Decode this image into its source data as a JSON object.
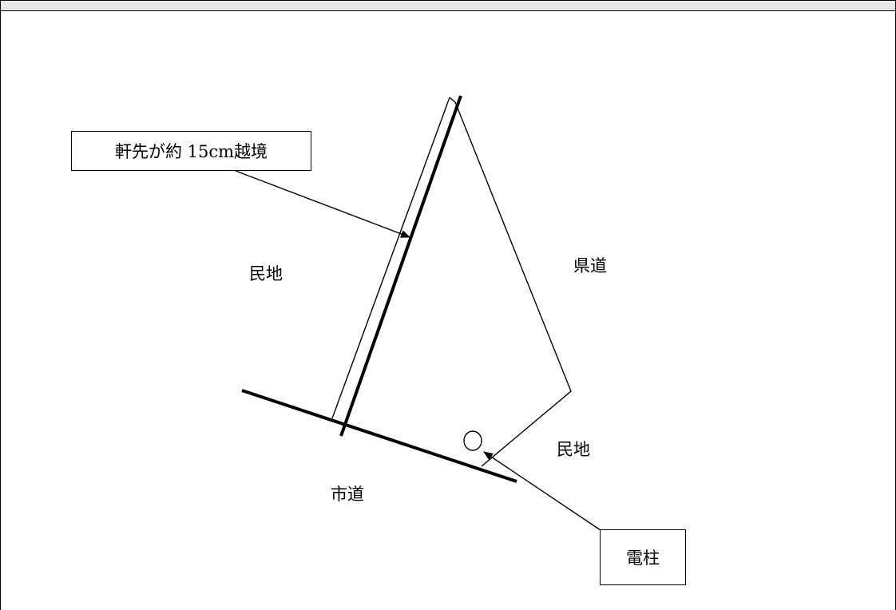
{
  "callouts": {
    "eaves_encroachment": "軒先が約 15cm越境",
    "utility_pole": "電柱"
  },
  "regions": {
    "private_land_left": "民地",
    "prefectural_road": "県道",
    "private_land_right": "民地",
    "city_road": "市道"
  },
  "colors": {
    "line": "#000000",
    "background": "#ffffff",
    "header_band": "#e8e8e8"
  }
}
